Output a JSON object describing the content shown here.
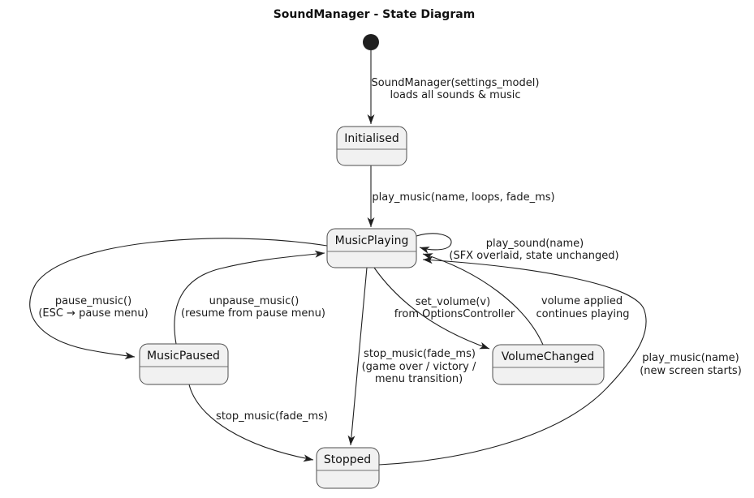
{
  "title": "SoundManager - State Diagram",
  "colors": {
    "background": "#ffffff",
    "state_fill": "#f1f1f1",
    "state_border": "#4d4d4d",
    "edge_line": "#1f1f1f",
    "text": "#111111"
  },
  "states": [
    {
      "id": "initial",
      "type": "initial-pseudostate",
      "label": ""
    },
    {
      "id": "initialised",
      "type": "state",
      "label": "Initialised"
    },
    {
      "id": "music-playing",
      "type": "state",
      "label": "MusicPlaying"
    },
    {
      "id": "music-paused",
      "type": "state",
      "label": "MusicPaused"
    },
    {
      "id": "volume-changed",
      "type": "state",
      "label": "VolumeChanged"
    },
    {
      "id": "stopped",
      "type": "state",
      "label": "Stopped"
    }
  ],
  "transitions": [
    {
      "from": "initial",
      "to": "initialised",
      "label": [
        "SoundManager(settings_model)",
        "loads all sounds & music"
      ]
    },
    {
      "from": "initialised",
      "to": "music-playing",
      "label": [
        "play_music(name, loops, fade_ms)"
      ]
    },
    {
      "from": "music-playing",
      "to": "music-playing",
      "label": [
        "play_sound(name)",
        "(SFX overlaid, state unchanged)"
      ]
    },
    {
      "from": "music-playing",
      "to": "music-paused",
      "label": [
        "pause_music()",
        "(ESC → pause menu)"
      ]
    },
    {
      "from": "music-paused",
      "to": "music-playing",
      "label": [
        "unpause_music()",
        "(resume from pause menu)"
      ]
    },
    {
      "from": "music-playing",
      "to": "volume-changed",
      "label": [
        "set_volume(v)",
        "from OptionsController"
      ]
    },
    {
      "from": "volume-changed",
      "to": "music-playing",
      "label": [
        "volume applied",
        "continues playing"
      ]
    },
    {
      "from": "music-playing",
      "to": "stopped",
      "label": [
        "stop_music(fade_ms)",
        "(game over / victory /",
        "menu transition)"
      ]
    },
    {
      "from": "music-paused",
      "to": "stopped",
      "label": [
        "stop_music(fade_ms)"
      ]
    },
    {
      "from": "stopped",
      "to": "music-playing",
      "label": [
        "play_music(name)",
        "(new screen starts)"
      ]
    }
  ]
}
